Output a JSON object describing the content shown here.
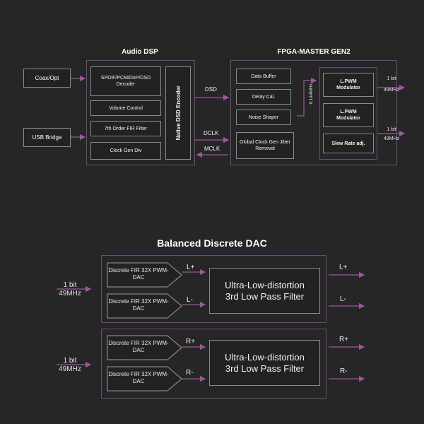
{
  "top": {
    "audio_dsp_title": "Audio DSP",
    "fpga_title": "FPGA-MASTER GEN2",
    "inputs": {
      "coax": "Coax/Opt",
      "usb": "USB Bridge"
    },
    "dsp_blocks": {
      "spdif": "SPDIF/PCM/DoP/DSD Decoder",
      "volume": "Volume Control",
      "fir": "7th Order FIR Filter",
      "clock": "Clock Gen Div",
      "encoder": "Native DSD Encoder"
    },
    "signals": {
      "dsd": "DSD",
      "dclk": "DCLK",
      "mclk": "MCLK"
    },
    "fpga_blocks": {
      "data_buffer": "Data Buffer",
      "delay": "Delay Cal.",
      "noise": "Noise Shaper",
      "global_clock": "Global Clock Gen Jitter Removal",
      "freq": "6.144MHz",
      "pwm1": "L.PWM Modulator",
      "pwm2": "L.PWM Modulator",
      "slew": "Slew Rate adj."
    },
    "outputs": [
      {
        "bits": "1 bit",
        "rate": "49MHz"
      },
      {
        "bits": "1 bit",
        "rate": "49MHz"
      }
    ]
  },
  "dac": {
    "title": "Balanced Discrete DAC",
    "groups": [
      {
        "input": {
          "bits": "1 bit",
          "rate": "49MHz"
        },
        "blocks": [
          "Discrete FIR 32X PWM-DAC",
          "Discrete FIR 32X PWM-DAC"
        ],
        "signals": [
          "L+",
          "L-"
        ],
        "filter": {
          "line1": "Ultra-Low-distortion",
          "line2": "3rd Low Pass Filter"
        },
        "outputs": [
          "L+",
          "L-"
        ]
      },
      {
        "input": {
          "bits": "1 bit",
          "rate": "49MHz"
        },
        "blocks": [
          "Discrete FIR 32X PWM-DAC",
          "Discrete FIR 32X PWM-DAC"
        ],
        "signals": [
          "R+",
          "R-"
        ],
        "filter": {
          "line1": "Ultra-Low-distortion",
          "line2": "3rd Low Pass Filter"
        },
        "outputs": [
          "R+",
          "R-"
        ]
      }
    ]
  },
  "colors": {
    "background": "#262626",
    "accent": "#9b4f9b",
    "border": "#8a8a8a",
    "frame": "#6e4a80"
  }
}
